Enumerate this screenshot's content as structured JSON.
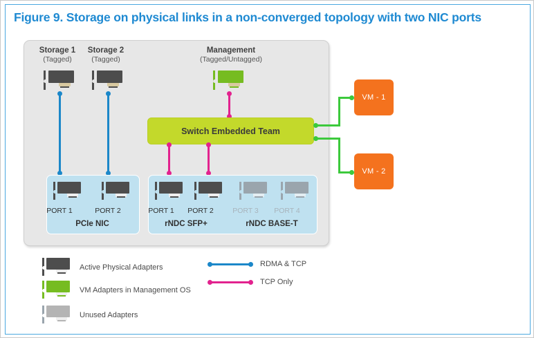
{
  "figure": {
    "title": "Figure 9. Storage on physical links in a non-converged topology with two NIC ports",
    "title_color": "#1f8ad2",
    "border_color": "#4aa8e0"
  },
  "colors": {
    "panel_bg": "#e7e7e7",
    "active_adapter": "#4d4d4d",
    "vm_adapter": "#76bc21",
    "unused_adapter": "#9aa5ad",
    "set_box": "#c3d92b",
    "phybox_bg": "#bfe1f0",
    "vm_box": "#f4721e",
    "rdma_tcp_line": "#1b87c9",
    "tcp_only_line": "#e2228e",
    "vm_link_line": "#3cc93c",
    "gold_contact": "#d8c9a0"
  },
  "virtual_adapters": [
    {
      "name": "Storage 1",
      "tagging": "(Tagged)",
      "type": "active",
      "link": "rdma_tcp"
    },
    {
      "name": "Storage 2",
      "tagging": "(Tagged)",
      "type": "active",
      "link": "rdma_tcp"
    },
    {
      "name": "Management",
      "tagging": "(Tagged/Untagged)",
      "type": "vm_adapter",
      "link": "tcp_only"
    }
  ],
  "switch": {
    "label": "Switch Embedded Team"
  },
  "physical_groups": [
    {
      "id": "pcie-nic",
      "title": "PCIe NIC",
      "titles": [
        "PCIe NIC"
      ],
      "ports": [
        {
          "label": "PORT 1",
          "state": "active"
        },
        {
          "label": "PORT 2",
          "state": "active"
        }
      ]
    },
    {
      "id": "rndc",
      "titles": [
        "rNDC SFP+",
        "rNDC BASE-T"
      ],
      "ports": [
        {
          "label": "PORT 1",
          "state": "active"
        },
        {
          "label": "PORT 2",
          "state": "active"
        },
        {
          "label": "PORT 3",
          "state": "unused"
        },
        {
          "label": "PORT 4",
          "state": "unused"
        }
      ]
    }
  ],
  "vms": [
    {
      "label": "VM - 1"
    },
    {
      "label": "VM - 2"
    }
  ],
  "legend": {
    "adapters": [
      {
        "label": "Active Physical Adapters",
        "type": "active"
      },
      {
        "label": "VM Adapters in Management OS",
        "type": "vm_adapter"
      },
      {
        "label": "Unused Adapters",
        "type": "unused"
      }
    ],
    "links": [
      {
        "label": "RDMA & TCP",
        "color": "#1b87c9"
      },
      {
        "label": "TCP Only",
        "color": "#e2228e"
      }
    ]
  }
}
